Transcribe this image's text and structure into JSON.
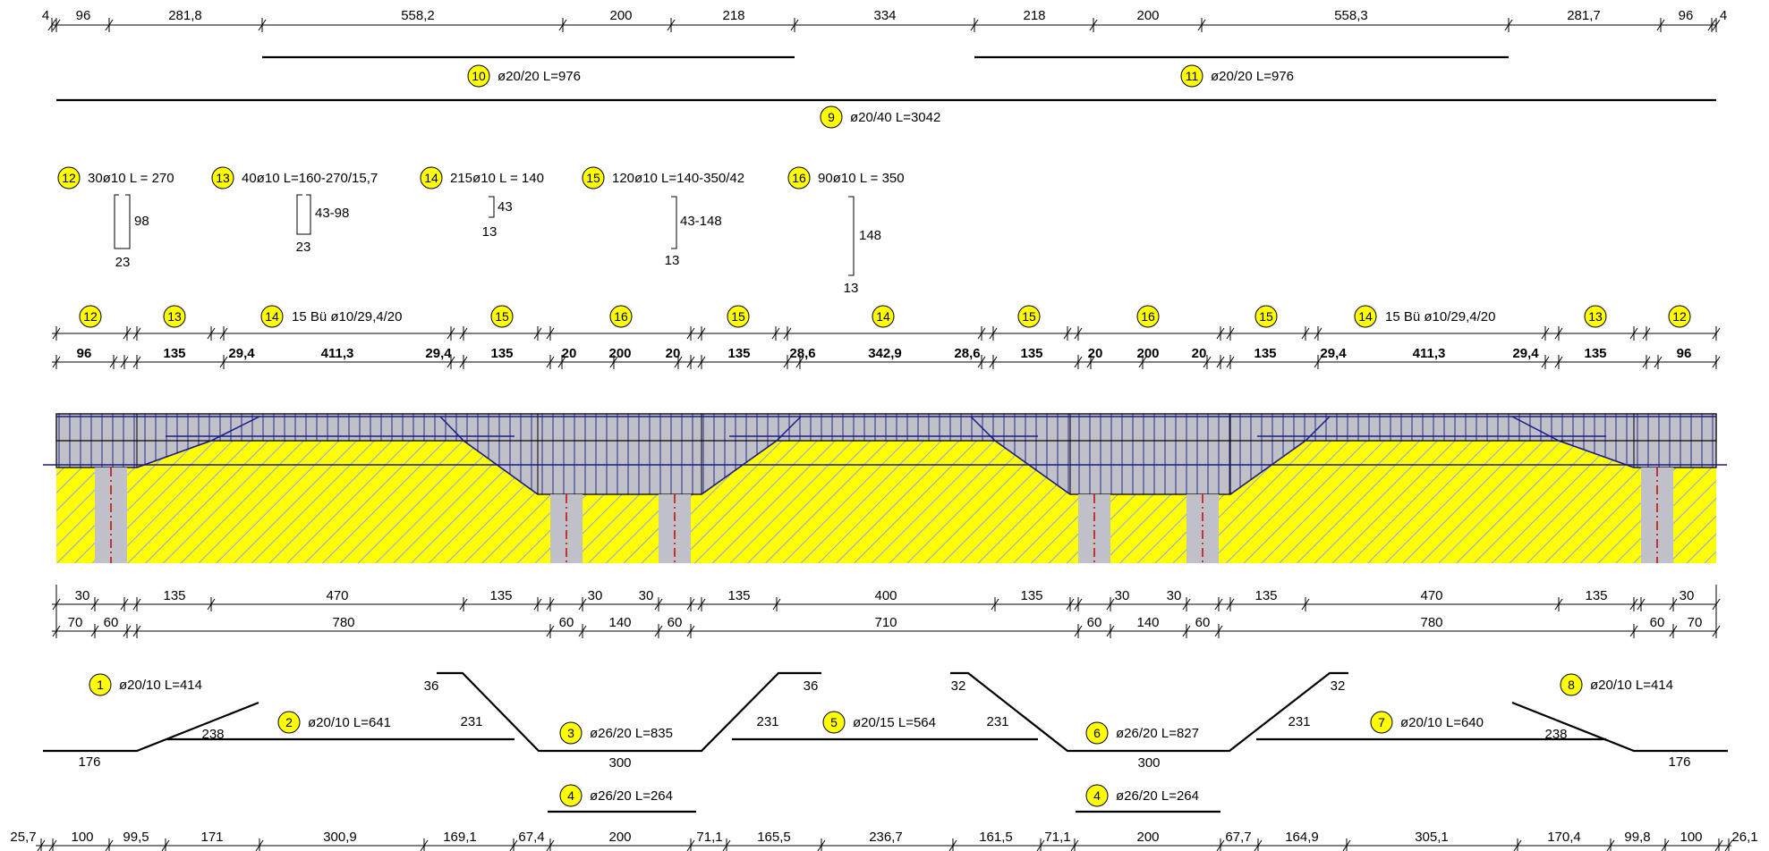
{
  "top_dims": [
    {
      "v": "4"
    },
    {
      "v": "96"
    },
    {
      "v": "281,8"
    },
    {
      "v": "558,2"
    },
    {
      "v": "200"
    },
    {
      "v": "218"
    },
    {
      "v": "334"
    },
    {
      "v": "218"
    },
    {
      "v": "200"
    },
    {
      "v": "558,3"
    },
    {
      "v": "281,7"
    },
    {
      "v": "96"
    },
    {
      "v": "4"
    }
  ],
  "long_bars": [
    {
      "num": "10",
      "label": "ø20/20 L=976"
    },
    {
      "num": "11",
      "label": "ø20/20 L=976"
    },
    {
      "num": "9",
      "label": "ø20/40 L=3042"
    }
  ],
  "stirrups": [
    {
      "num": "12",
      "label": "30ø10 L = 270",
      "d1": "98",
      "d2": "23"
    },
    {
      "num": "13",
      "label": "40ø10 L=160-270/15,7",
      "d1": "43-98",
      "d2": "23"
    },
    {
      "num": "14",
      "label": "215ø10 L = 140",
      "d1": "43",
      "d2": "13"
    },
    {
      "num": "15",
      "label": "120ø10 L=140-350/42",
      "d1": "43-148",
      "d2": "13"
    },
    {
      "num": "16",
      "label": "90ø10 L = 350",
      "d1": "148",
      "d2": "13"
    }
  ],
  "zone_marks": [
    {
      "num": "12"
    },
    {
      "num": "13"
    },
    {
      "num": "14",
      "label": "15 Bü ø10/29,4/20"
    },
    {
      "num": "15"
    },
    {
      "num": "16"
    },
    {
      "num": "15"
    },
    {
      "num": "14"
    },
    {
      "num": "15"
    },
    {
      "num": "16"
    },
    {
      "num": "15"
    },
    {
      "num": "14",
      "label": "15 Bü ø10/29,4/20"
    },
    {
      "num": "13"
    },
    {
      "num": "12"
    }
  ],
  "zone_dims": [
    "96",
    "135",
    "29,4",
    "411,3",
    "29,4",
    "135",
    "20",
    "200",
    "20",
    "135",
    "28,6",
    "342,9",
    "28,6",
    "135",
    "20",
    "200",
    "20",
    "135",
    "29,4",
    "411,3",
    "29,4",
    "135",
    "96"
  ],
  "mid_dims_row1": [
    "30",
    "135",
    "470",
    "135",
    "30",
    "30",
    "135",
    "400",
    "135",
    "30",
    "30",
    "135",
    "470",
    "135",
    "30"
  ],
  "mid_dims_row2": [
    "70",
    "60",
    "780",
    "60",
    "140",
    "60",
    "710",
    "60",
    "140",
    "60",
    "780",
    "60",
    "70"
  ],
  "bottom_bars": [
    {
      "num": "1",
      "label": "ø20/10 L=414"
    },
    {
      "num": "2",
      "label": "ø20/10 L=641"
    },
    {
      "num": "3",
      "label": "ø26/20 L=835"
    },
    {
      "num": "4",
      "label": "ø26/20 L=264"
    },
    {
      "num": "5",
      "label": "ø20/15 L=564"
    },
    {
      "num": "6",
      "label": "ø26/20 L=827"
    },
    {
      "num": "4",
      "label": "ø26/20 L=264"
    },
    {
      "num": "7",
      "label": "ø20/10 L=640"
    },
    {
      "num": "8",
      "label": "ø20/10 L=414"
    }
  ],
  "shape_dims": [
    "176",
    "238",
    "36",
    "231",
    "300",
    "231",
    "36",
    "32",
    "231",
    "300",
    "231",
    "32",
    "238",
    "176"
  ],
  "bottom_dims": [
    "25,7",
    "100",
    "99,5",
    "171",
    "300,9",
    "169,1",
    "67,4",
    "200",
    "71,1",
    "165,5",
    "236,7",
    "161,5",
    "71,1",
    "200",
    "67,7",
    "164,9",
    "305,1",
    "170,4",
    "99,8",
    "100",
    "26,1"
  ],
  "colors": {
    "soil": "#ffff00",
    "concrete": "#c0c0c8",
    "rebar": "#1a1a8c",
    "axis": "#cc0000"
  }
}
